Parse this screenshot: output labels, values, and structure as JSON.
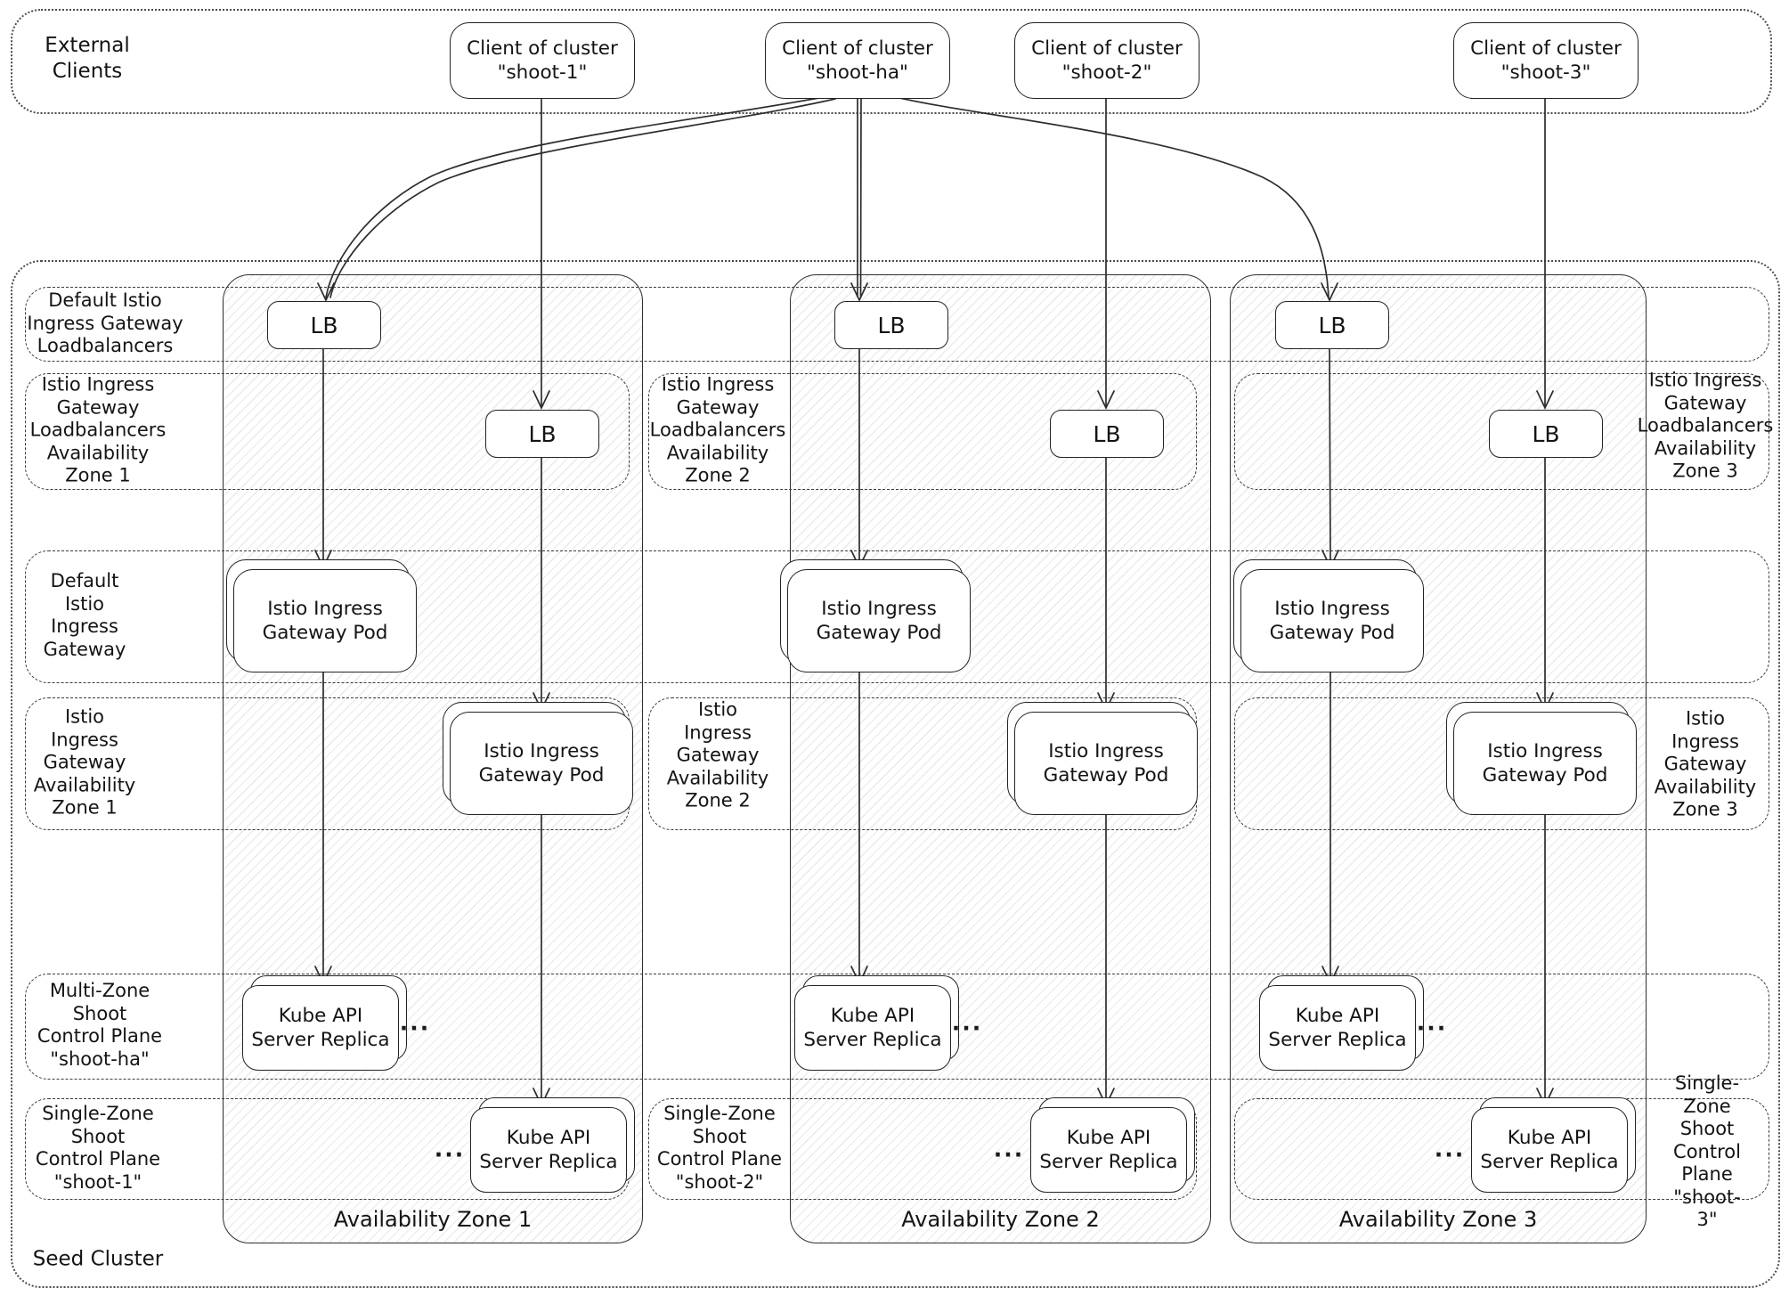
{
  "external": {
    "label": "External\nClients"
  },
  "seed": {
    "label": "Seed Cluster"
  },
  "clients": [
    {
      "label": "Client of cluster\n\"shoot-1\""
    },
    {
      "label": "Client of cluster\n\"shoot-ha\""
    },
    {
      "label": "Client of cluster\n\"shoot-2\""
    },
    {
      "label": "Client of cluster\n\"shoot-3\""
    }
  ],
  "zones": [
    {
      "footer": "Availability Zone 1"
    },
    {
      "footer": "Availability Zone 2"
    },
    {
      "footer": "Availability Zone 3"
    }
  ],
  "bands": {
    "default_lb": {
      "label": "Default Istio\nIngress Gateway\nLoadbalancers"
    },
    "lb_az": {
      "zone1": "Istio Ingress\nGateway\nLoadbalancers\nAvailability\nZone 1",
      "zone2": "Istio Ingress\nGateway\nLoadbalancers\nAvailability\nZone 2",
      "zone3": "Istio Ingress\nGateway\nLoadbalancers\nAvailability\nZone 3"
    },
    "default_igw": {
      "label": "Default\nIstio\nIngress\nGateway"
    },
    "igw_az": {
      "zone1": "Istio\nIngress\nGateway\nAvailability\nZone 1",
      "zone2": "Istio\nIngress\nGateway\nAvailability\nZone 2",
      "zone3": "Istio\nIngress\nGateway\nAvailability\nZone 3"
    },
    "multi_zone": {
      "label": "Multi-Zone\nShoot\nControl Plane\n\"shoot-ha\""
    },
    "single_zone": {
      "zone1": "Single-Zone\nShoot\nControl Plane\n\"shoot-1\"",
      "zone2": "Single-Zone\nShoot\nControl Plane\n\"shoot-2\"",
      "zone3": "Single-Zone\nShoot\nControl Plane\n\"shoot-3\""
    }
  },
  "nodes": {
    "lb": "LB",
    "istio_pod": "Istio Ingress\nGateway Pod",
    "kube_api": "Kube API\nServer Replica",
    "ellipsis": "..."
  }
}
